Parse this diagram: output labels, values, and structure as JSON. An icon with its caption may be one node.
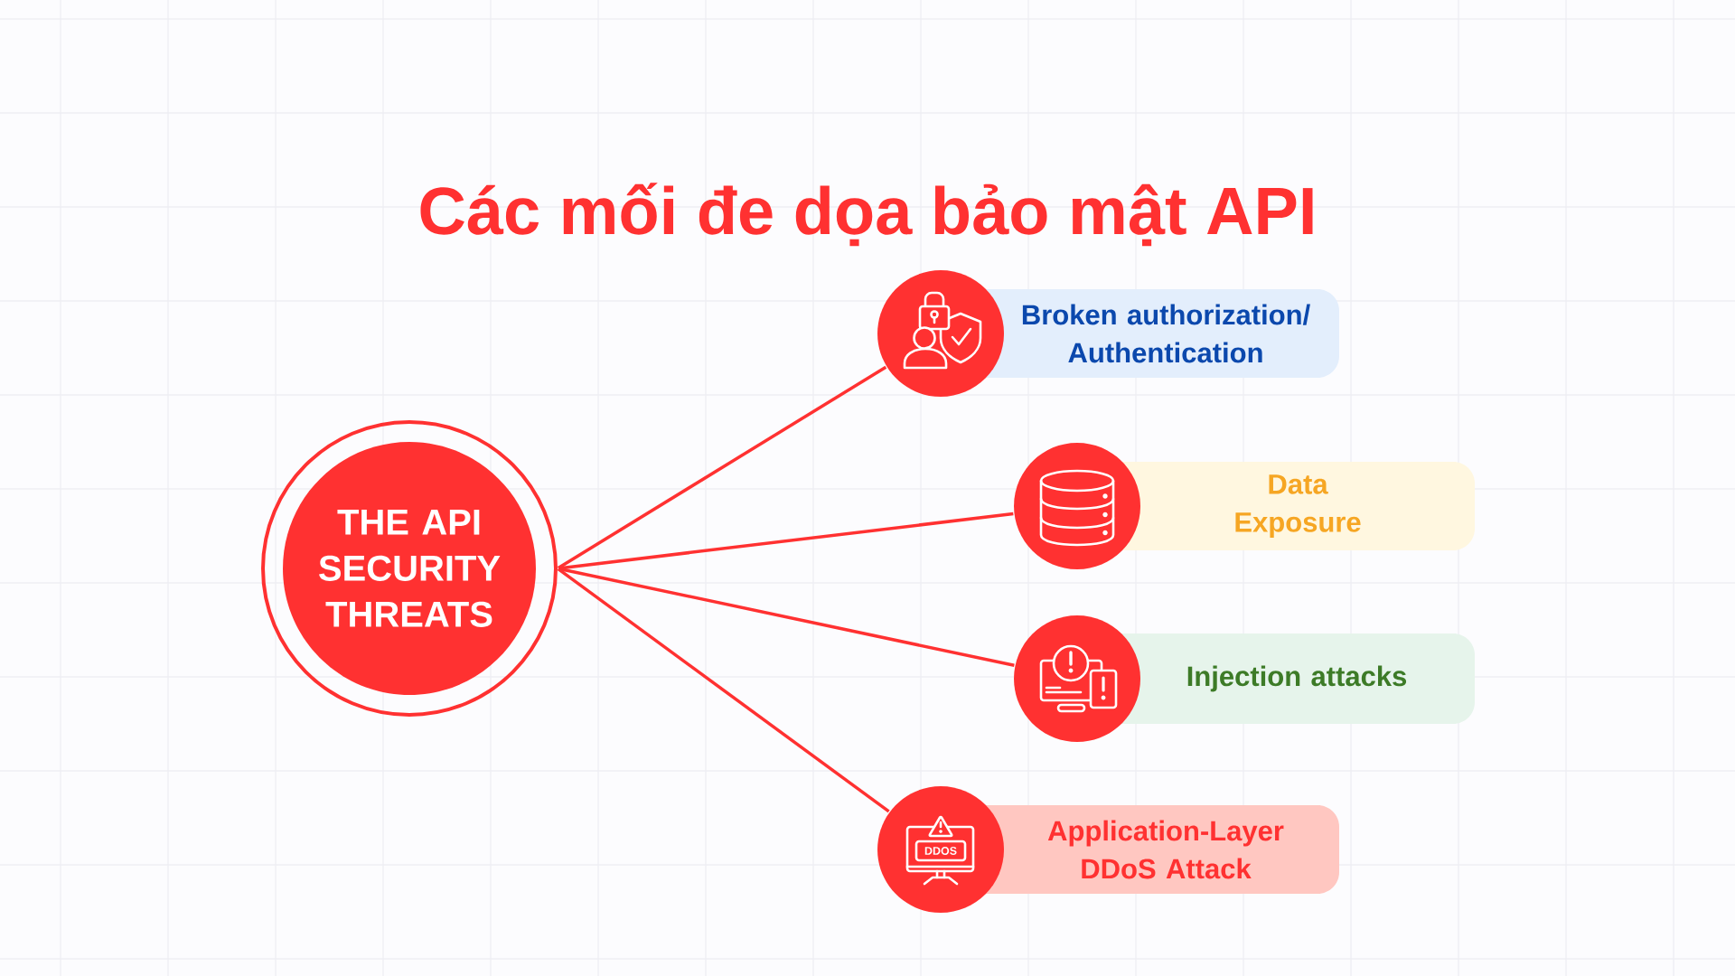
{
  "diagram": {
    "title": "Các mối đe dọa bảo mật API",
    "nodes": [
      {
        "text": [
          "THE API SECURITY THREATS"
        ]
      },
      {
        "text": [
          "Broken authorization/ Authentication"
        ]
      },
      {
        "text": [
          "Data Exposure"
        ]
      },
      {
        "text": [
          "Injection attacks"
        ]
      },
      {
        "text": [
          "Application-Layer DDoS Attack"
        ]
      }
    ],
    "edges": [
      {
        "from": 0,
        "to": 1,
        "arrow": "none"
      },
      {
        "from": 0,
        "to": 2,
        "arrow": "none"
      },
      {
        "from": 0,
        "to": 3,
        "arrow": "none"
      },
      {
        "from": 0,
        "to": 4,
        "arrow": "none"
      }
    ],
    "labels": [
      "DDOS"
    ]
  }
}
